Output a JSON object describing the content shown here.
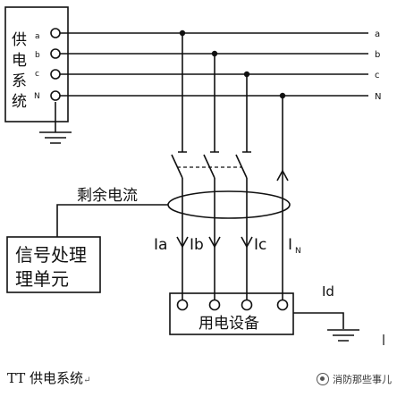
{
  "supply_system": {
    "label_chars": [
      "供",
      "电",
      "系",
      "统"
    ],
    "terminals": [
      "a",
      "b",
      "c",
      "N"
    ]
  },
  "line_labels": [
    "a",
    "b",
    "c",
    "N"
  ],
  "residual_current_label": "剩余电流",
  "signal_box": {
    "line1": "信号处理",
    "line2": "理单元"
  },
  "currents": {
    "ia": "Ia",
    "ib": "Ib",
    "ic": "Ic",
    "in_main": "I",
    "in_sub": "N",
    "id": "Id"
  },
  "equipment_label": "用电设备",
  "caption": "TT 供电系统",
  "caption_mark": "↵",
  "watermark": "消防那些事儿"
}
